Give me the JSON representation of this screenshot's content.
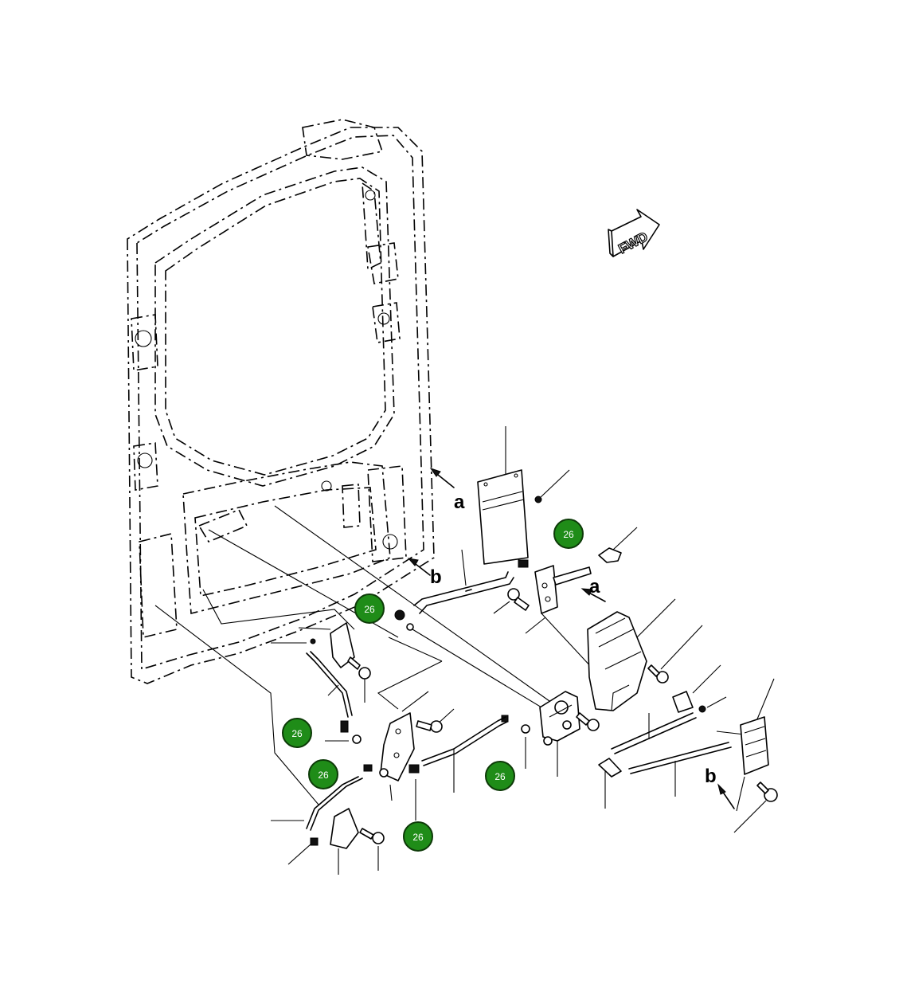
{
  "fwd_label": "FWD",
  "callout_letters": [
    {
      "id": "a-upper",
      "text": "a"
    },
    {
      "id": "b-upper",
      "text": "b"
    },
    {
      "id": "a-lower",
      "text": "a"
    },
    {
      "id": "b-lower",
      "text": "b"
    }
  ],
  "badges": [
    {
      "id": "badge-1",
      "text": "26"
    },
    {
      "id": "badge-2",
      "text": "26"
    },
    {
      "id": "badge-3",
      "text": "26"
    },
    {
      "id": "badge-4",
      "text": "26"
    },
    {
      "id": "badge-5",
      "text": "26"
    },
    {
      "id": "badge-6",
      "text": "26"
    }
  ],
  "colors": {
    "badge_fill": "#1f8c18",
    "badge_text": "#ffffff",
    "line": "#000000"
  }
}
